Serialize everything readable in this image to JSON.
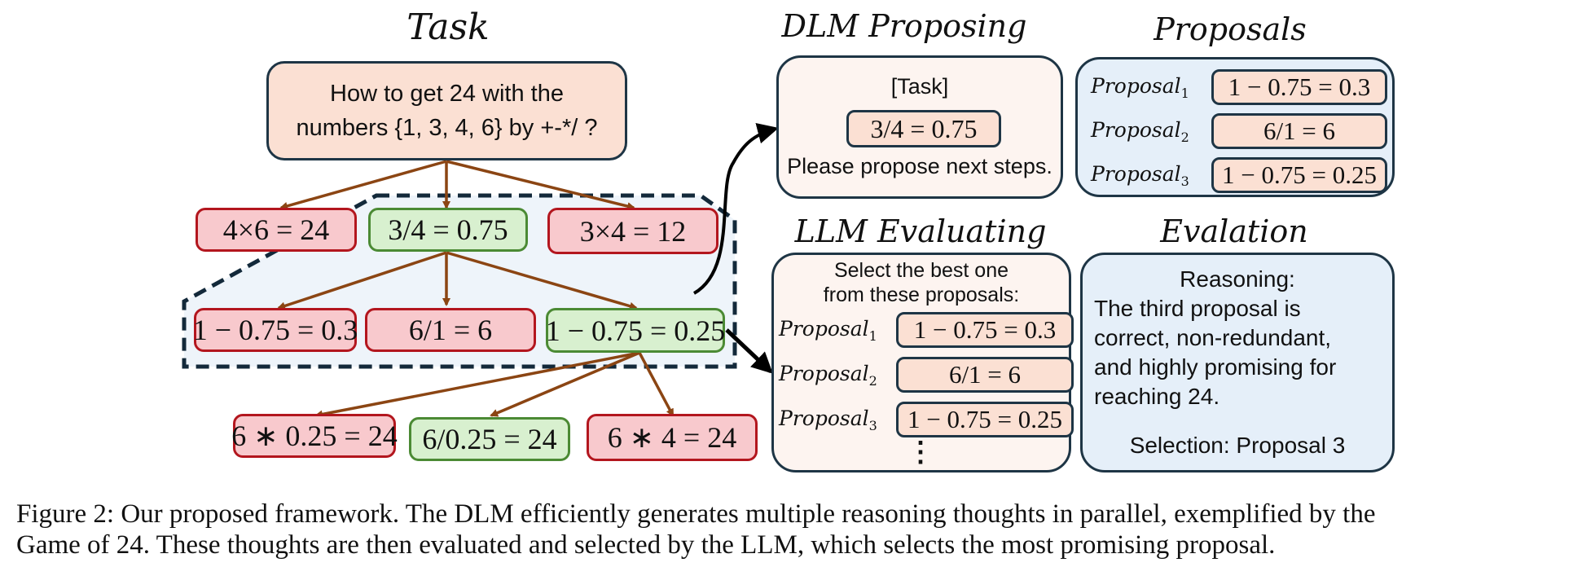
{
  "titles": {
    "task": "Task",
    "dlm_proposing": "DLM Proposing",
    "proposals": "Proposals",
    "llm_evaluating": "LLM Evaluating",
    "evaluation": "Evalation"
  },
  "task_box": {
    "line1": "How to get 24 with the",
    "line2": "numbers {1, 3, 4, 6} by +-*/ ?"
  },
  "tree": {
    "level1": [
      {
        "text": "4×6 = 24",
        "status": "rejected"
      },
      {
        "text": "3/4 = 0.75",
        "status": "accepted"
      },
      {
        "text": "3×4 = 12",
        "status": "rejected"
      }
    ],
    "level2": [
      {
        "text": "1 − 0.75 = 0.3",
        "status": "rejected"
      },
      {
        "text": "6/1 = 6",
        "status": "rejected"
      },
      {
        "text": "1 − 0.75 = 0.25",
        "status": "accepted"
      }
    ],
    "level3": [
      {
        "text": "6 ∗ 0.25 = 24",
        "status": "rejected"
      },
      {
        "text": "6/0.25 = 24",
        "status": "accepted"
      },
      {
        "text": "6 ∗ 4 = 24",
        "status": "rejected"
      }
    ]
  },
  "dlm_panel": {
    "task_label": "[Task]",
    "state": "3/4 = 0.75",
    "instruction": "Please propose next steps."
  },
  "proposals_panel": {
    "items": [
      {
        "label": "Proposal",
        "index": "1",
        "value": "1 − 0.75 = 0.3"
      },
      {
        "label": "Proposal",
        "index": "2",
        "value": "6/1 = 6"
      },
      {
        "label": "Proposal",
        "index": "3",
        "value": "1 − 0.75 = 0.25"
      }
    ]
  },
  "llm_panel": {
    "line1": "Select the best one",
    "line2": "from these proposals:",
    "items": [
      {
        "label": "Proposal",
        "index": "1",
        "value": "1 − 0.75 = 0.3"
      },
      {
        "label": "Proposal",
        "index": "2",
        "value": "6/1 = 6"
      },
      {
        "label": "Proposal",
        "index": "3",
        "value": "1 − 0.75 = 0.25"
      }
    ],
    "ellipsis": "⋮"
  },
  "evaluation_panel": {
    "heading": "Reasoning:",
    "body_lines": [
      "The third proposal is",
      "correct, non-redundant,",
      "and highly promising for",
      "reaching 24."
    ],
    "selection": "Selection: Proposal 3"
  },
  "caption": {
    "line1": "Figure 2: Our proposed framework. The DLM efficiently generates multiple reasoning thoughts in parallel, exemplified by the",
    "line2": "Game of 24. These thoughts are then evaluated and selected by the LLM, which selects the most promising proposal."
  },
  "colors": {
    "rejected_fill": "#f8c9cd",
    "rejected_border": "#b3161e",
    "accepted_fill": "#d8f0cf",
    "accepted_border": "#4b8a34",
    "tree_arrow": "#8b4513",
    "panel_border": "#1e3545"
  }
}
